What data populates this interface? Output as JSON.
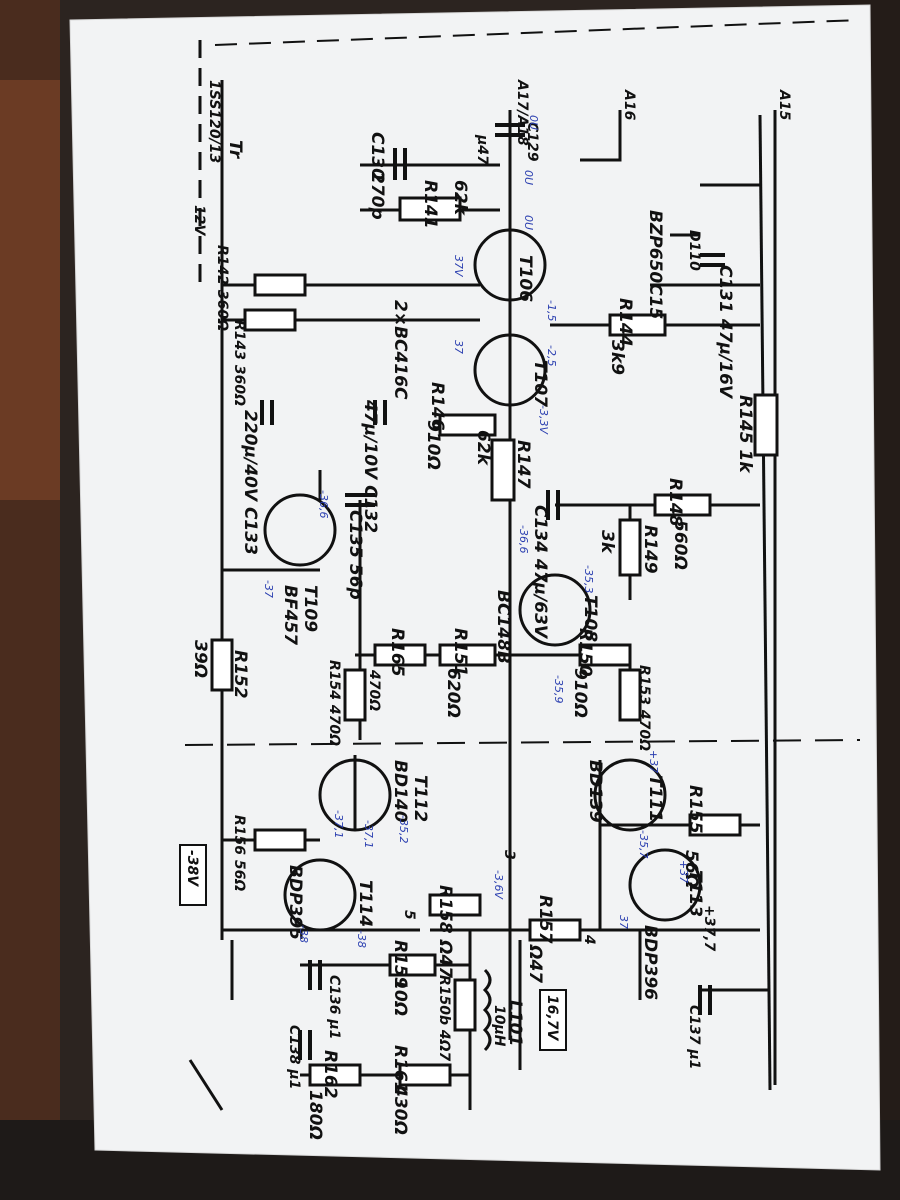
{
  "photo": {
    "subject": "Printed amplifier schematic photographed on a sheet of paper, rotated 90 degrees",
    "paper_color": "#f2f3f4",
    "ink_color": "#111111",
    "pen_color": "#2b3fb0",
    "background_color": "#3a2a22"
  },
  "schematic": {
    "transistors": [
      {
        "ref": "T106"
      },
      {
        "ref": "T107"
      },
      {
        "ref": "T108"
      },
      {
        "ref": "T109",
        "type": "BF457"
      },
      {
        "ref": "T111",
        "type": "BD139"
      },
      {
        "ref": "T112",
        "type": "BD140"
      },
      {
        "ref": "T113",
        "type": "BDP396"
      },
      {
        "ref": "T114",
        "type": "BDP395"
      }
    ],
    "pair_type": "2×BC416C",
    "t108_type": "BC148B",
    "resistors": [
      {
        "ref": "R141",
        "value": "62k"
      },
      {
        "ref": "R142",
        "value": "360Ω"
      },
      {
        "ref": "R143",
        "value": "360Ω"
      },
      {
        "ref": "R144",
        "value": "3k9"
      },
      {
        "ref": "R145",
        "value": "1k"
      },
      {
        "ref": "R146",
        "value": "910Ω"
      },
      {
        "ref": "R147",
        "value": "62k"
      },
      {
        "ref": "R148",
        "value": "560Ω"
      },
      {
        "ref": "R149",
        "value": "3k"
      },
      {
        "ref": "R150",
        "value": "910Ω"
      },
      {
        "ref": "R151",
        "value": "620Ω"
      },
      {
        "ref": "R152",
        "value": "39Ω"
      },
      {
        "ref": "R153",
        "value": "470Ω"
      },
      {
        "ref": "R154",
        "value": "470Ω"
      },
      {
        "ref": "R155",
        "value": "56Ω"
      },
      {
        "ref": "R156",
        "value": "56Ω"
      },
      {
        "ref": "R157",
        "value": "Ω47"
      },
      {
        "ref": "R158",
        "value": "Ω47"
      },
      {
        "ref": "R159",
        "value": "10Ω"
      },
      {
        "ref": "R150b",
        "value": "4Ω7"
      },
      {
        "ref": "R161",
        "value": "430Ω"
      },
      {
        "ref": "R162",
        "value": "180Ω"
      },
      {
        "ref": "R165",
        "value": "470Ω"
      }
    ],
    "capacitors": [
      {
        "ref": "C129",
        "value": "µ47"
      },
      {
        "ref": "C130",
        "value": "270p"
      },
      {
        "ref": "C131",
        "value": "47µ/16V"
      },
      {
        "ref": "C132",
        "value": "47µ/10V"
      },
      {
        "ref": "C133",
        "value": "220µ/40V"
      },
      {
        "ref": "C134",
        "value": "47µ/63V"
      },
      {
        "ref": "C135",
        "value": "56p"
      },
      {
        "ref": "C136",
        "value": "µ1"
      },
      {
        "ref": "C137",
        "value": "µ1"
      },
      {
        "ref": "C138",
        "value": "µ1"
      }
    ],
    "diode": {
      "ref": "D110",
      "type": "BZP650C15"
    },
    "inductor": {
      "ref": "L101",
      "value": "10µH"
    },
    "connectors": {
      "top_left": "A17/A18",
      "top_mid": "A16",
      "top_right": "A15",
      "tr_ref": "Tr",
      "tr_value": "1SS120/13",
      "v12": "12V"
    },
    "supply_labels": {
      "neg": "-38V",
      "pos": "16,7V"
    },
    "nodes": {
      "n3": "3",
      "n4": "4",
      "n5": "5",
      "t113_note": "+37,7"
    },
    "pencil_notes": [
      "0U",
      "0U",
      "0U",
      "37V",
      "37",
      "-1,5",
      "-2,5",
      "-3,3V",
      "-36,6",
      "-37",
      "-35,3",
      "-35,9",
      "-36,6",
      "-38",
      "-38",
      "-37,1",
      "-37,1",
      "-35,7",
      "-35,2",
      "+37",
      "+37",
      "-3,6V",
      "37"
    ]
  }
}
